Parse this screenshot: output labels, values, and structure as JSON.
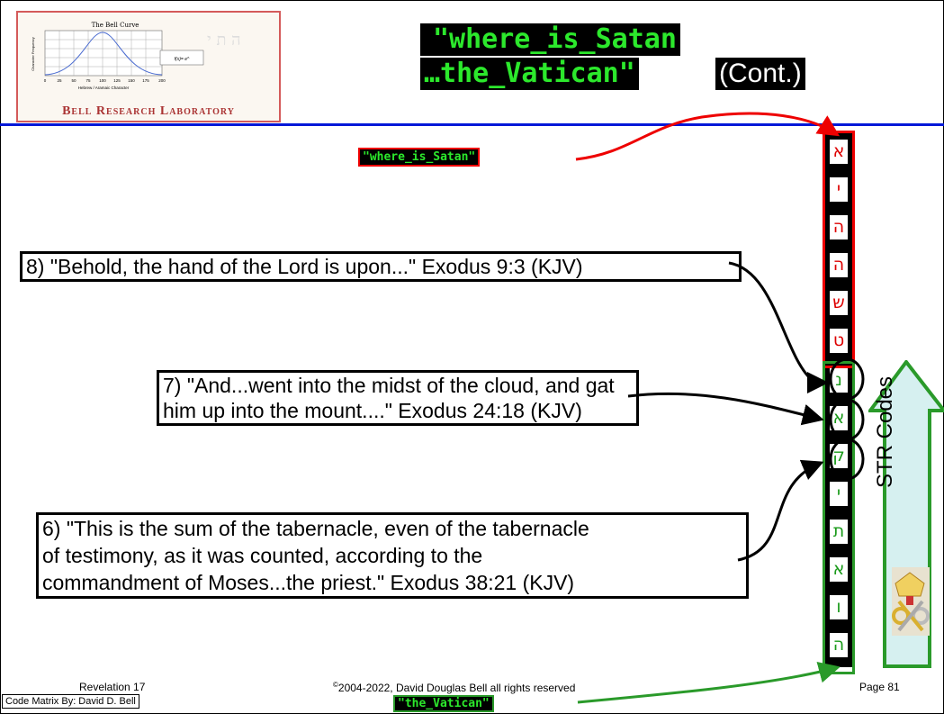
{
  "logo": {
    "chart_title": "The Bell Curve",
    "ylabel": "Character Frequency",
    "xlabel": "Hebrew / Aramaic Character",
    "ticks": [
      "0",
      "25",
      "50",
      "75",
      "100",
      "125",
      "150",
      "175",
      "200"
    ],
    "name": "Bell Research Laboratory"
  },
  "title": {
    "line1": "\"where_is_Satan",
    "line2": "…the_Vatican\"",
    "cont": "(Cont.)"
  },
  "labels": {
    "where_is_satan": "\"where_is_Satan\"",
    "the_vatican": "\"the_Vatican\""
  },
  "quotes": {
    "q8": "8) \"Behold, the hand of the Lord is upon...\" Exodus 9:3 (KJV)",
    "q7_line1": "7) \"And...went into the midst of the cloud, and gat",
    "q7_line2": "him up into the mount....\" Exodus 24:18 (KJV)",
    "q6_line1": "6) \"This is the sum of the tabernacle, even of the tabernacle",
    "q6_line2": "of testimony, as it was counted, according to the",
    "q6_line3": "commandment of Moses...the priest.\" Exodus 38:21 (KJV)"
  },
  "letters": {
    "red": [
      "א",
      "י",
      "ה",
      "ה",
      "ש",
      "ט"
    ],
    "green": [
      "נ",
      "א",
      "ק",
      "י",
      "ת",
      "א",
      "ו",
      "ה"
    ]
  },
  "str_label": "STR Codes",
  "footer": {
    "left": "Revelation 17",
    "copyright_mark": "©",
    "copyright": "2004-2022, David Douglas Bell all rights reserved",
    "page": "Page 81",
    "credit": "Code Matrix By: David D. Bell"
  },
  "colors": {
    "title_green": "#2ce82c",
    "rule_blue": "#0018d8",
    "red": "#e00000",
    "green": "#2a9a2a",
    "arrow_fill": "#d6f0f0"
  }
}
